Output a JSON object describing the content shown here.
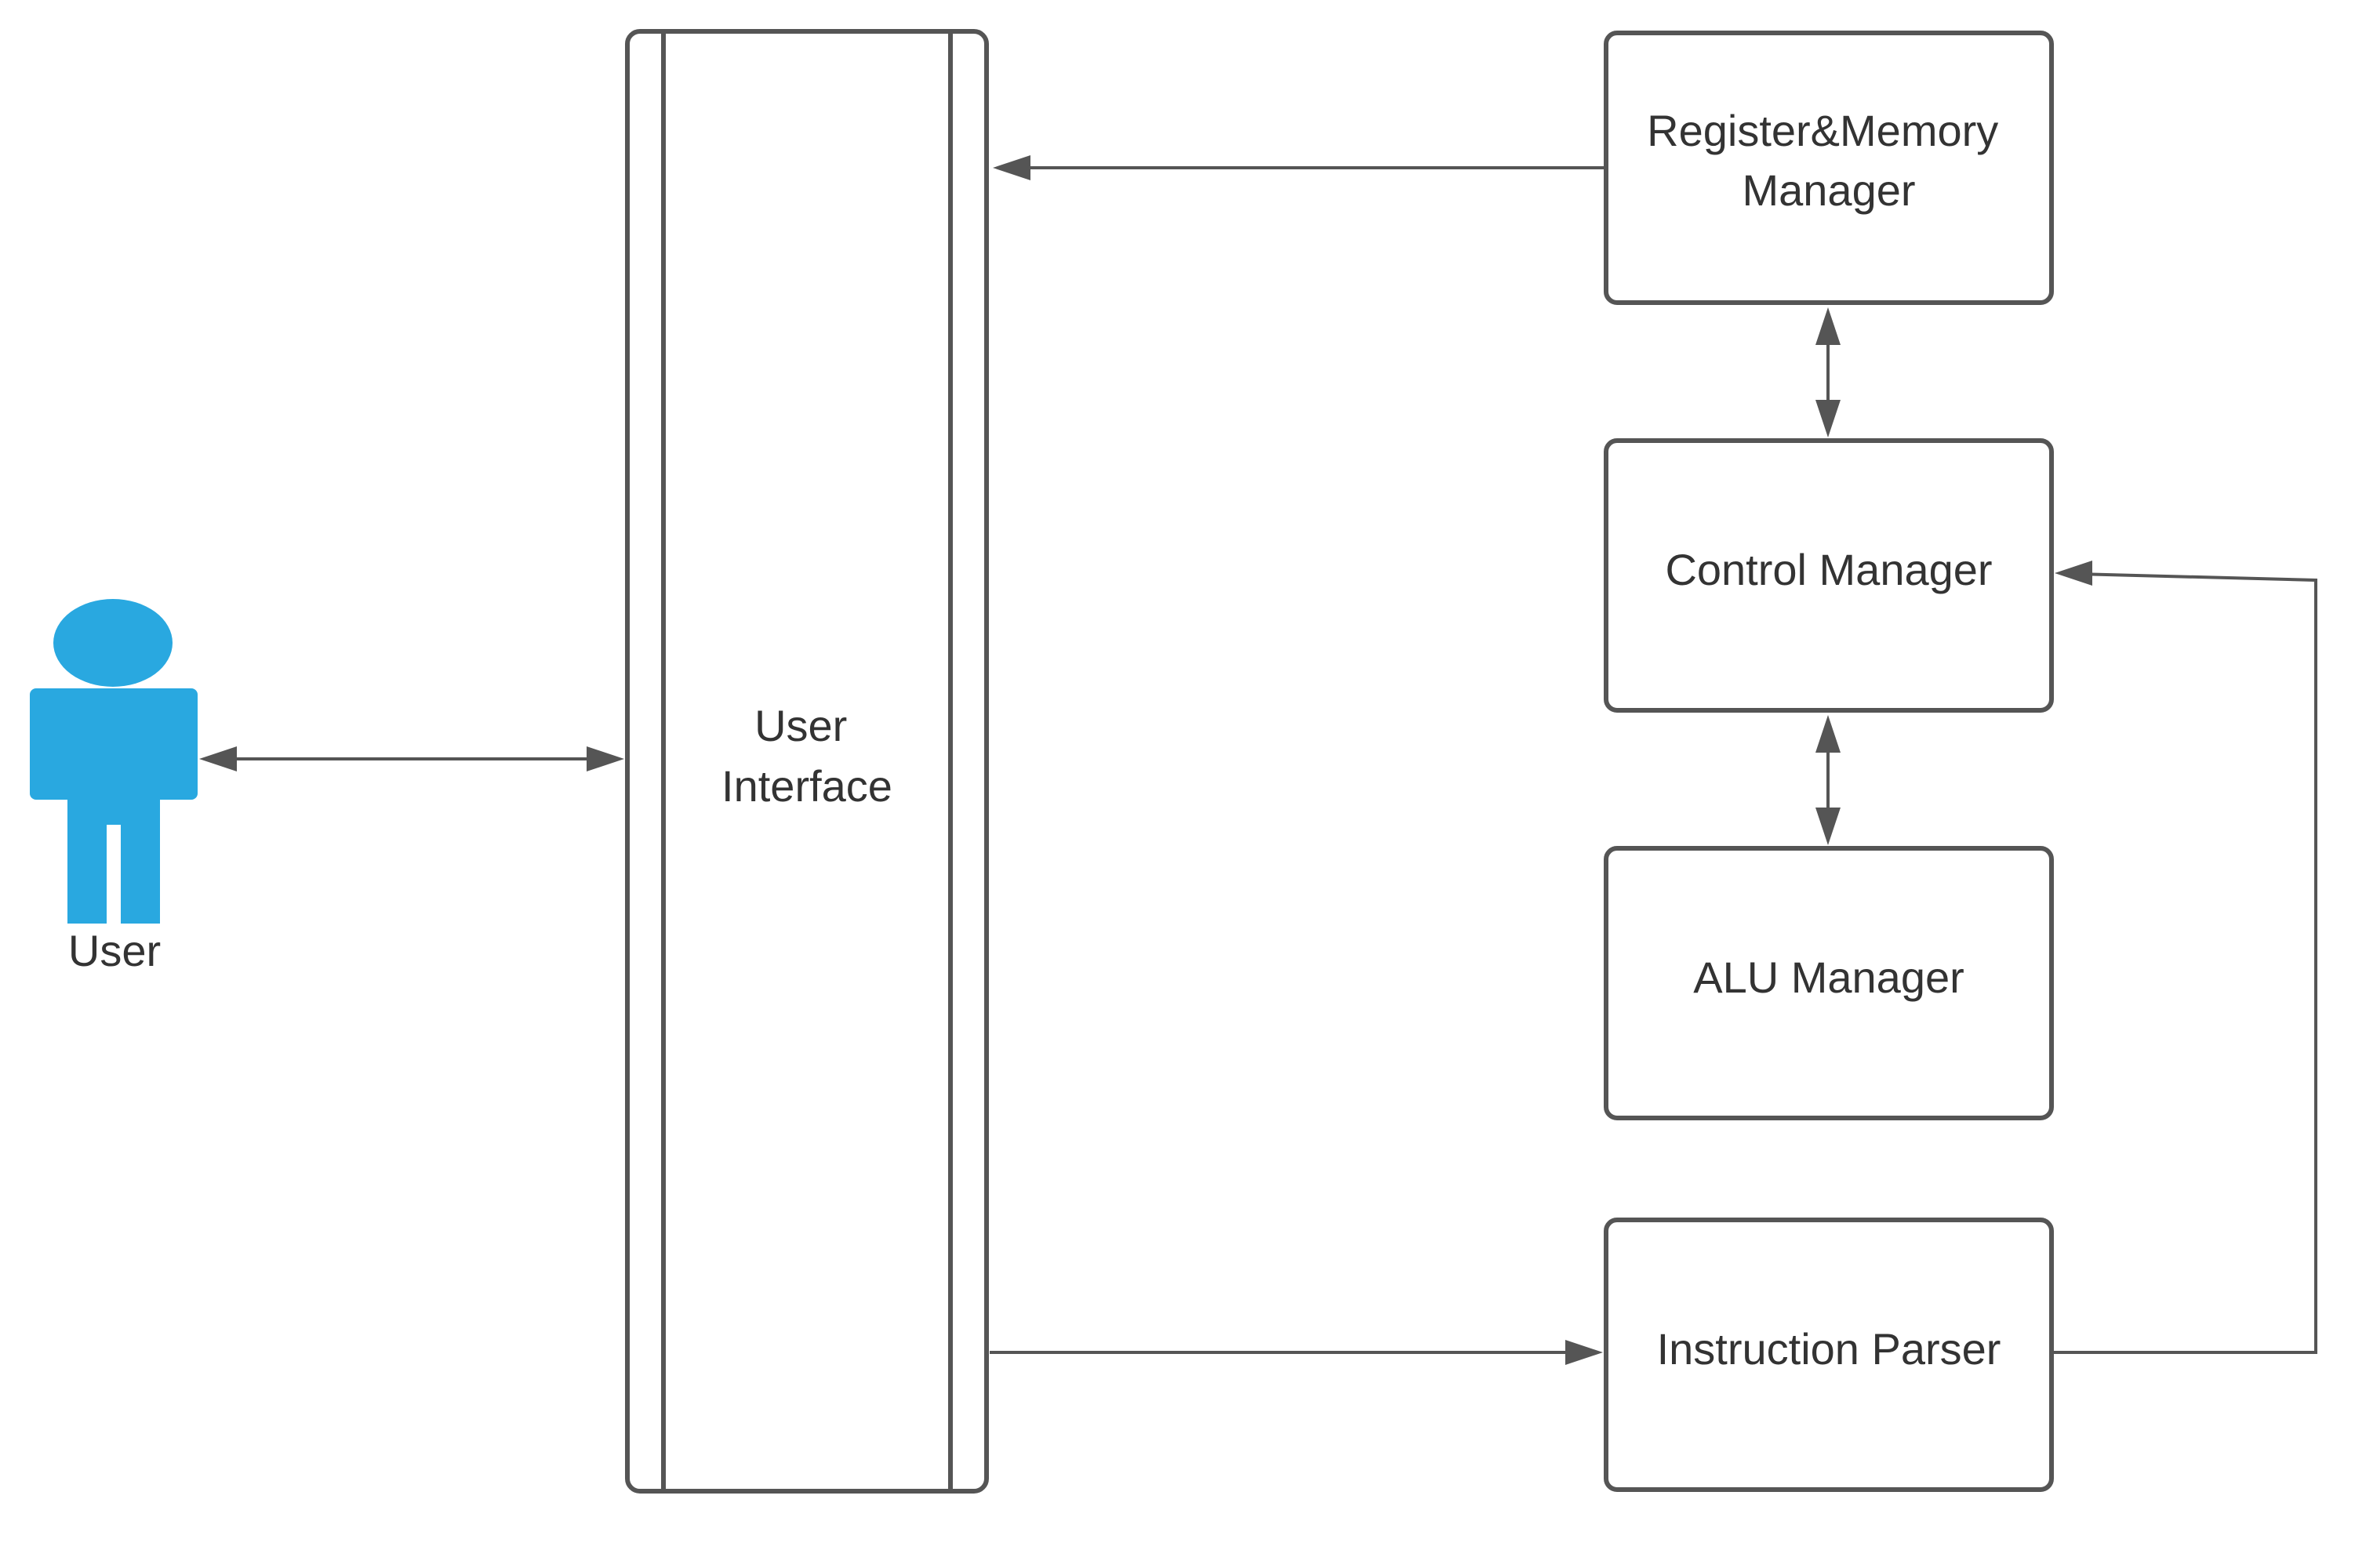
{
  "actor": {
    "label": "User",
    "color": "#29a8e0",
    "icon": "person-icon"
  },
  "nodes": {
    "user_interface": {
      "lines": [
        "User",
        "Interface"
      ]
    },
    "register_memory": {
      "lines": [
        "Register&Memory",
        "Manager"
      ]
    },
    "control_manager": {
      "lines": [
        "Control Manager"
      ]
    },
    "alu_manager": {
      "lines": [
        "ALU Manager"
      ]
    },
    "instruction_parser": {
      "lines": [
        "Instruction Parser"
      ]
    }
  },
  "connections": [
    {
      "from": "User",
      "to": "User Interface",
      "direction": "bidirectional"
    },
    {
      "from": "Register&Memory Manager",
      "to": "User Interface",
      "direction": "forward"
    },
    {
      "from": "Register&Memory Manager",
      "to": "Control Manager",
      "direction": "bidirectional"
    },
    {
      "from": "Control Manager",
      "to": "ALU Manager",
      "direction": "bidirectional"
    },
    {
      "from": "User Interface",
      "to": "Instruction Parser",
      "direction": "forward"
    },
    {
      "from": "Instruction Parser",
      "to": "Control Manager",
      "direction": "forward"
    }
  ],
  "colors": {
    "stroke": "#555555",
    "text": "#333333"
  }
}
